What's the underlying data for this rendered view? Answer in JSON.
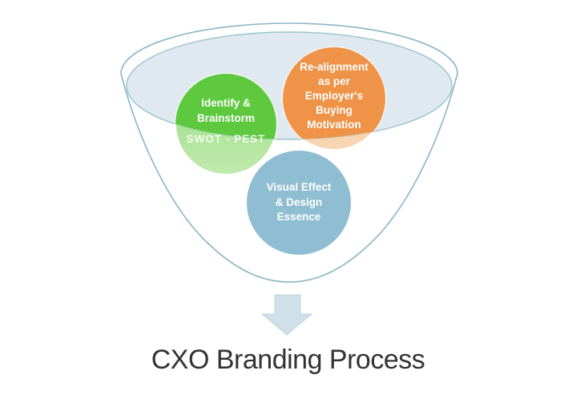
{
  "diagram": {
    "title": "CXO Branding Process",
    "title_color": "#333333",
    "funnel": {
      "body_fill": "#ffffff",
      "stroke_color": "#8ab6c6",
      "liquid_fill": "#dfe9ef",
      "liquid_stroke": "#9cc3cf"
    },
    "bubbles": [
      {
        "name": "identify-brainstorm",
        "color": "#5ec83e",
        "faded_top": "#93dc7e",
        "faded_bottom": "#c2eaae",
        "lines": [
          "Identify &",
          "Brainstorm"
        ],
        "subtitle": "SWOT - PEST",
        "text_color": "#ffffff"
      },
      {
        "name": "realignment-buying-motivation",
        "color": "#ee9347",
        "faded_top": "#f3bd8d",
        "faded_bottom": "#f8d7b5",
        "lines": [
          "Re-alignment",
          "as per",
          "Employer's",
          "Buying",
          "Motivation"
        ],
        "text_color": "#ffffff"
      },
      {
        "name": "visual-effect-design-essence",
        "color": "#8fbdd2",
        "lines": [
          "Visual Effect",
          "& Design",
          "Essence"
        ],
        "text_color": "#ffffff"
      }
    ],
    "arrow": {
      "name": "down-arrow",
      "fill": "#cfe0e8",
      "stroke": "#bed3dc"
    }
  }
}
